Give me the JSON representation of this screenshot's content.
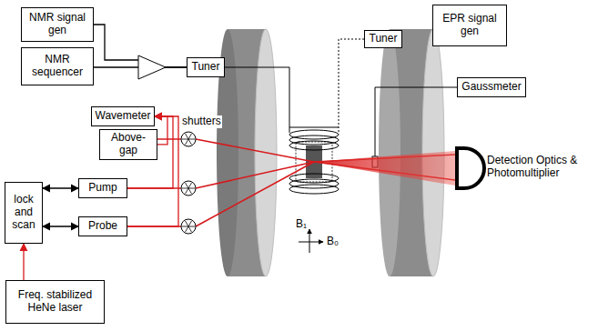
{
  "diagram": {
    "nodes": [
      {
        "text": [
          "NMR signal gen"
        ]
      },
      {
        "text": [
          "NMR sequencer"
        ]
      },
      {
        "text": [
          "Tuner"
        ]
      },
      {
        "text": [
          "Tuner"
        ]
      },
      {
        "text": [
          "EPR signal gen"
        ]
      },
      {
        "text": [
          "Gaussmeter"
        ]
      },
      {
        "text": [
          "Wavemeter"
        ]
      },
      {
        "text": [
          "Above-gap"
        ]
      },
      {
        "text": [
          "lock and scan"
        ]
      },
      {
        "text": [
          "Pump"
        ]
      },
      {
        "text": [
          "Probe"
        ]
      },
      {
        "text": [
          "Freq. stabilized HeNe laser"
        ]
      }
    ],
    "edges": [
      {
        "from": 0,
        "to": 2,
        "arrow": "none"
      },
      {
        "from": 1,
        "to": 2,
        "arrow": "none"
      },
      {
        "from": 4,
        "to": 3,
        "arrow": "none"
      },
      {
        "from": 11,
        "to": 8,
        "arrow": "to"
      },
      {
        "from": 8,
        "to": 9,
        "arrow": "both"
      },
      {
        "from": 8,
        "to": 10,
        "arrow": "both"
      },
      {
        "from": 7,
        "to": 6,
        "arrow": "to"
      },
      {
        "from": 9,
        "to": 6,
        "arrow": "to"
      },
      {
        "from": 10,
        "to": 6,
        "arrow": "to"
      }
    ],
    "labels": [
      "shutters",
      "B₁",
      "B₀",
      "Detection Optics & Photomultiplier"
    ]
  }
}
